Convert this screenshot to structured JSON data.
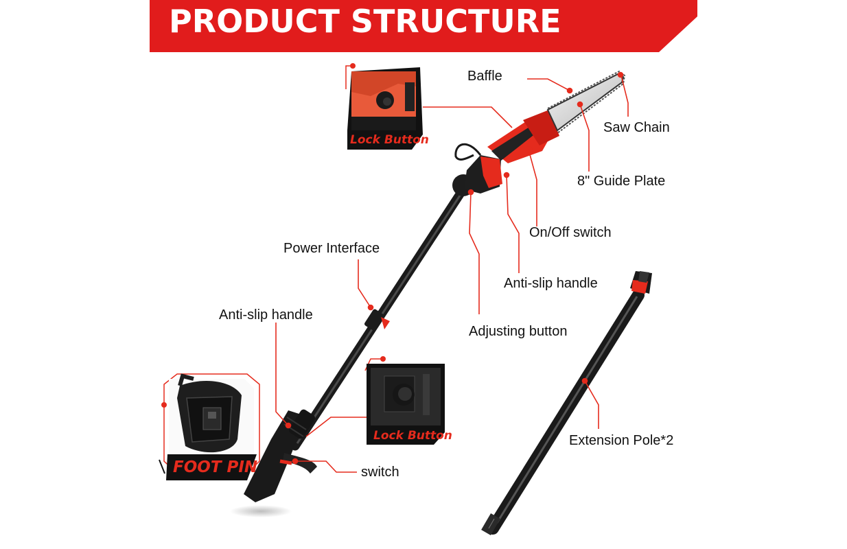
{
  "header": {
    "title": "PRODUCT STRUCTURE",
    "color": "#e11c1c"
  },
  "insets": {
    "top_lock": "Lock Button",
    "mid_lock": "Lock Button",
    "foot": "FOOT PIN"
  },
  "labels": {
    "baffle": "Baffle",
    "saw_chain": "Saw Chain",
    "guide_plate": "8\" Guide Plate",
    "on_off": "On/Off switch",
    "anti_slip_upper": "Anti-slip handle",
    "adjusting": "Adjusting button",
    "power_interface": "Power Interface",
    "anti_slip_lower": "Anti-slip handle",
    "switch": "switch",
    "extension": "Extension Pole*2"
  },
  "accent_color": "#e52b1d"
}
